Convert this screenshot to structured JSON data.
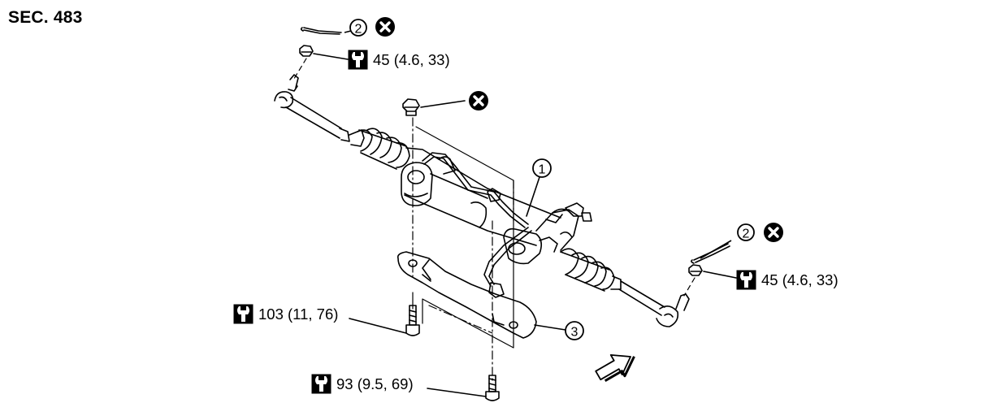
{
  "section": {
    "title": "SEC. 483"
  },
  "callouts": {
    "item1": "1",
    "item2_top": "2",
    "item2_right": "2",
    "item3": "3"
  },
  "torques": {
    "tie_rod_nut_top": "45 (4.6, 33)",
    "tie_rod_nut_right": "45 (4.6, 33)",
    "left_bolt": "103 (11, 76)",
    "right_bolt": "93 (9.5, 69)"
  },
  "icons": {
    "torque": "torque-wrench-icon",
    "do_not_reuse": "do-not-reuse-icon",
    "front_direction": "front-arrow-icon"
  }
}
